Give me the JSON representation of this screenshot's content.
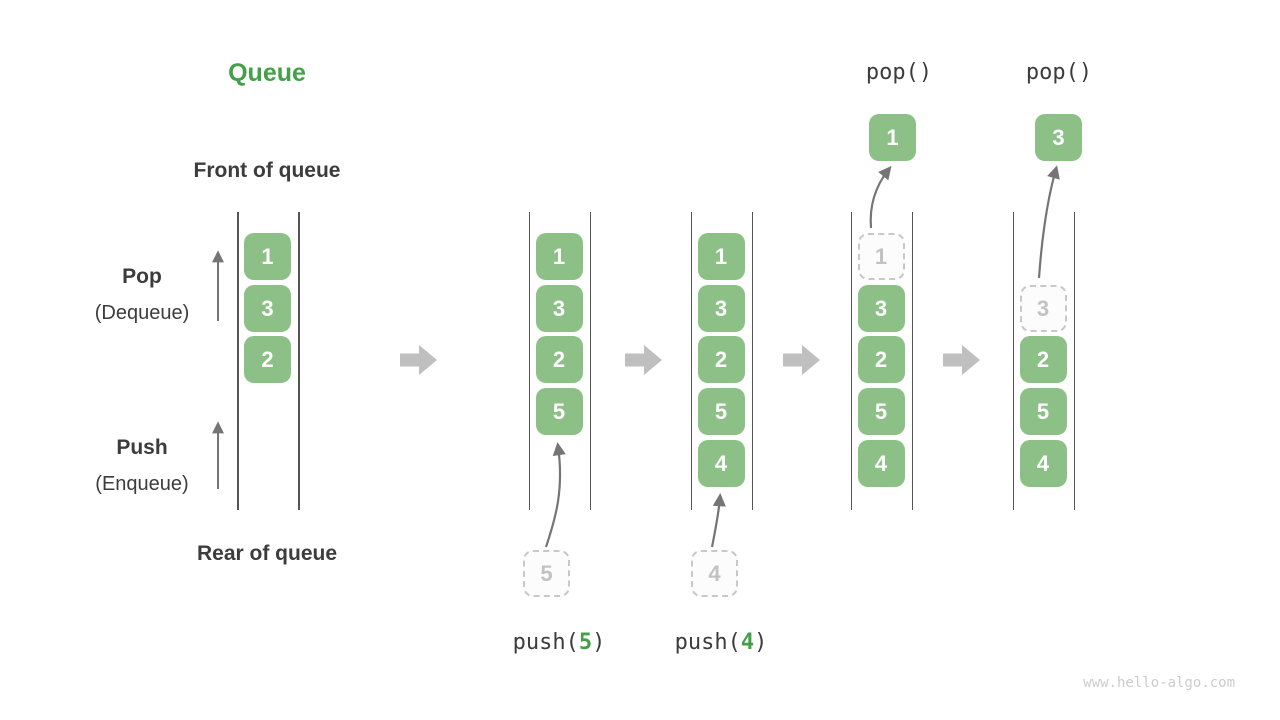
{
  "title": "Queue",
  "side_labels": {
    "front": "Front of queue",
    "rear": "Rear of queue",
    "pop": "Pop",
    "pop_sub": "(Dequeue)",
    "push": "Push",
    "push_sub": "(Enqueue)"
  },
  "watermark": "www.hello-algo.com",
  "colors": {
    "green_box": "#8dc087",
    "green_accent": "#43a047",
    "dark_text": "#3c3c3c",
    "flow_arrow": "#bfbfbf",
    "thin_arrow": "#757575",
    "dashed_border": "#c8c8c8",
    "dashed_text": "#c2c2c2",
    "dashed_bg": "#fcfcfc",
    "rail": "#555555",
    "watermark_text": "#cccccc"
  },
  "states": [
    {
      "id": "1",
      "cells": [
        {
          "row": 0,
          "value": "1",
          "style": "solid"
        },
        {
          "row": 1,
          "value": "3",
          "style": "solid"
        },
        {
          "row": 2,
          "value": "2",
          "style": "solid"
        }
      ]
    },
    {
      "id": "2",
      "cells": [
        {
          "row": 0,
          "value": "1",
          "style": "solid"
        },
        {
          "row": 1,
          "value": "3",
          "style": "solid"
        },
        {
          "row": 2,
          "value": "2",
          "style": "solid"
        },
        {
          "row": 3,
          "value": "5",
          "style": "solid"
        }
      ],
      "staging": {
        "value": "5"
      },
      "operation": {
        "prefix": "push(",
        "arg": "5",
        "suffix": ")"
      }
    },
    {
      "id": "3",
      "cells": [
        {
          "row": 0,
          "value": "1",
          "style": "solid"
        },
        {
          "row": 1,
          "value": "3",
          "style": "solid"
        },
        {
          "row": 2,
          "value": "2",
          "style": "solid"
        },
        {
          "row": 3,
          "value": "5",
          "style": "solid"
        },
        {
          "row": 4,
          "value": "4",
          "style": "solid"
        }
      ],
      "staging": {
        "value": "4"
      },
      "operation": {
        "prefix": "push(",
        "arg": "4",
        "suffix": ")"
      }
    },
    {
      "id": "4",
      "cells": [
        {
          "row": 0,
          "value": "1",
          "style": "dashed"
        },
        {
          "row": 1,
          "value": "3",
          "style": "solid"
        },
        {
          "row": 2,
          "value": "2",
          "style": "solid"
        },
        {
          "row": 3,
          "value": "5",
          "style": "solid"
        },
        {
          "row": 4,
          "value": "4",
          "style": "solid"
        }
      ],
      "popped": {
        "value": "1"
      },
      "operation": {
        "prefix": "pop()",
        "arg": "",
        "suffix": ""
      }
    },
    {
      "id": "5",
      "cells": [
        {
          "row": 1,
          "value": "3",
          "style": "dashed"
        },
        {
          "row": 2,
          "value": "2",
          "style": "solid"
        },
        {
          "row": 3,
          "value": "5",
          "style": "solid"
        },
        {
          "row": 4,
          "value": "4",
          "style": "solid"
        }
      ],
      "popped": {
        "value": "3"
      },
      "operation": {
        "prefix": "pop()",
        "arg": "",
        "suffix": ""
      }
    }
  ]
}
